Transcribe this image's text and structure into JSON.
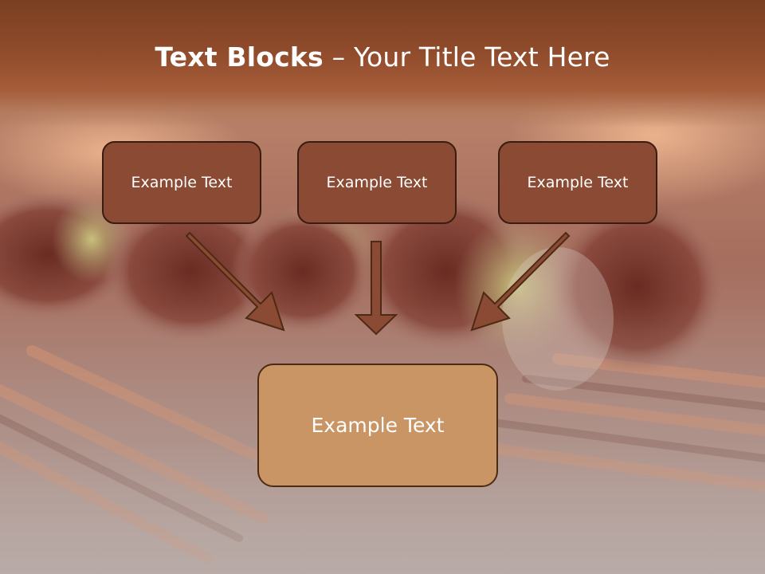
{
  "slide": {
    "title_bold": "Text Blocks",
    "title_dash": " – ",
    "title_rest": "Your Title Text Here"
  },
  "blocks": [
    {
      "label": "Example Text"
    },
    {
      "label": "Example Text"
    },
    {
      "label": "Example Text"
    }
  ],
  "target": {
    "label": "Example Text"
  },
  "colors": {
    "title_band": "#8f4b2b",
    "block_fill": "#8a4a33",
    "block_border": "#3a1c10",
    "target_fill": "#c99564",
    "arrow_fill": "#8a4a33"
  }
}
